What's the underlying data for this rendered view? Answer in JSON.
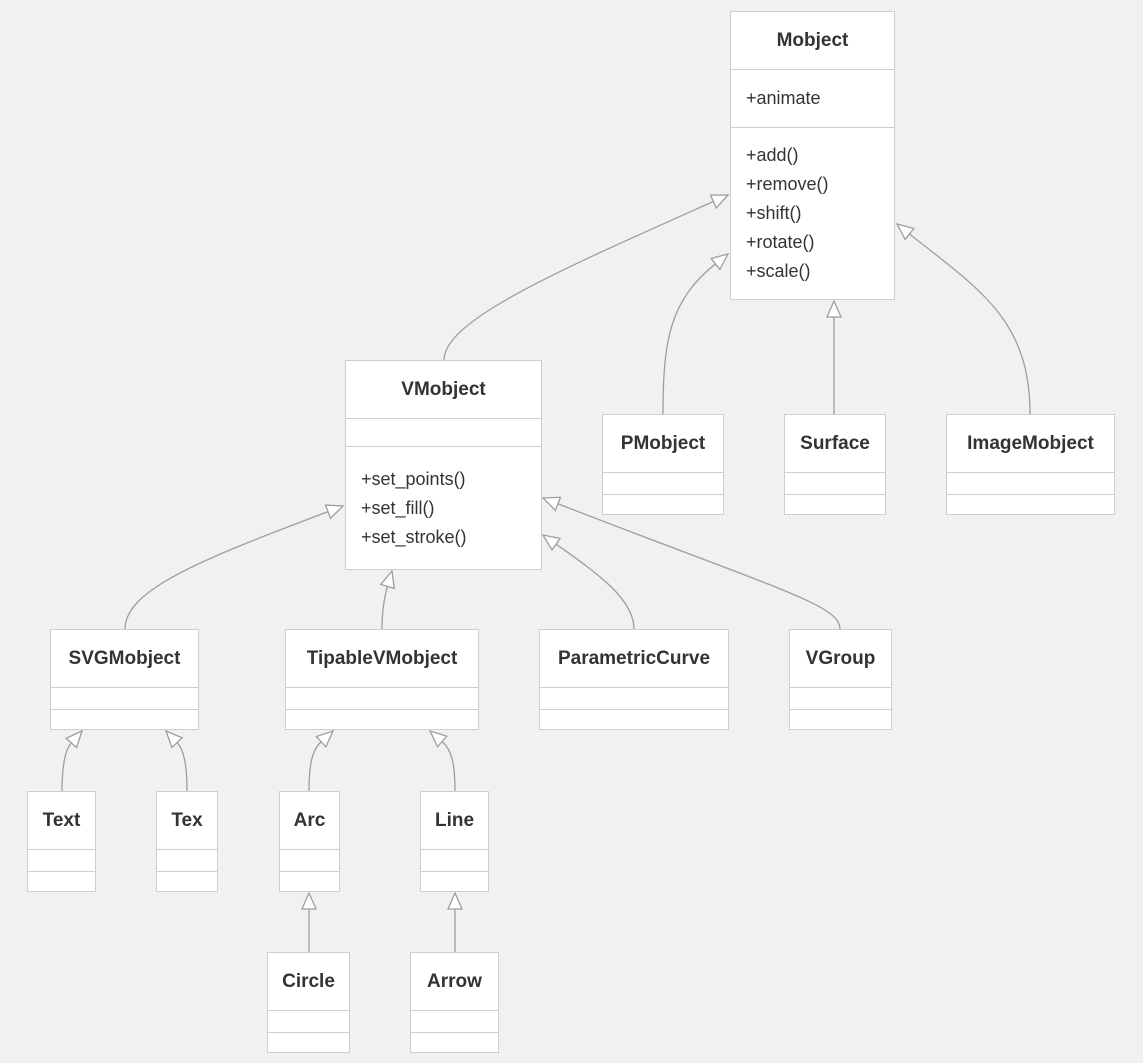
{
  "classes": [
    {
      "id": "mobject",
      "name": "Mobject",
      "attributes": [
        "+animate"
      ],
      "methods": [
        "+add()",
        "+remove()",
        "+shift()",
        "+rotate()",
        "+scale()"
      ]
    },
    {
      "id": "vmobject",
      "name": "VMobject",
      "attributes": [],
      "methods": [
        "+set_points()",
        "+set_fill()",
        "+set_stroke()"
      ]
    },
    {
      "id": "pmobject",
      "name": "PMobject",
      "attributes": [],
      "methods": []
    },
    {
      "id": "surface",
      "name": "Surface",
      "attributes": [],
      "methods": []
    },
    {
      "id": "imagemobject",
      "name": "ImageMobject",
      "attributes": [],
      "methods": []
    },
    {
      "id": "svgmobject",
      "name": "SVGMobject",
      "attributes": [],
      "methods": []
    },
    {
      "id": "tipablevmobject",
      "name": "TipableVMobject",
      "attributes": [],
      "methods": []
    },
    {
      "id": "parametriccurve",
      "name": "ParametricCurve",
      "attributes": [],
      "methods": []
    },
    {
      "id": "vgroup",
      "name": "VGroup",
      "attributes": [],
      "methods": []
    },
    {
      "id": "text",
      "name": "Text",
      "attributes": [],
      "methods": []
    },
    {
      "id": "tex",
      "name": "Tex",
      "attributes": [],
      "methods": []
    },
    {
      "id": "arc",
      "name": "Arc",
      "attributes": [],
      "methods": []
    },
    {
      "id": "line",
      "name": "Line",
      "attributes": [],
      "methods": []
    },
    {
      "id": "circle",
      "name": "Circle",
      "attributes": [],
      "methods": []
    },
    {
      "id": "arrow",
      "name": "Arrow",
      "attributes": [],
      "methods": []
    }
  ],
  "inheritance": [
    {
      "child": "vmobject",
      "parent": "mobject"
    },
    {
      "child": "pmobject",
      "parent": "mobject"
    },
    {
      "child": "surface",
      "parent": "mobject"
    },
    {
      "child": "imagemobject",
      "parent": "mobject"
    },
    {
      "child": "svgmobject",
      "parent": "vmobject"
    },
    {
      "child": "tipablevmobject",
      "parent": "vmobject"
    },
    {
      "child": "parametriccurve",
      "parent": "vmobject"
    },
    {
      "child": "vgroup",
      "parent": "vmobject"
    },
    {
      "child": "text",
      "parent": "svgmobject"
    },
    {
      "child": "tex",
      "parent": "svgmobject"
    },
    {
      "child": "arc",
      "parent": "tipablevmobject"
    },
    {
      "child": "line",
      "parent": "tipablevmobject"
    },
    {
      "child": "circle",
      "parent": "arc"
    },
    {
      "child": "arrow",
      "parent": "line"
    }
  ],
  "colors": {
    "background": "#f2f1f0",
    "box_fill": "#ffffff",
    "box_border": "#cfcfcf",
    "edge": "#9e9e9e",
    "text": "#333333"
  }
}
